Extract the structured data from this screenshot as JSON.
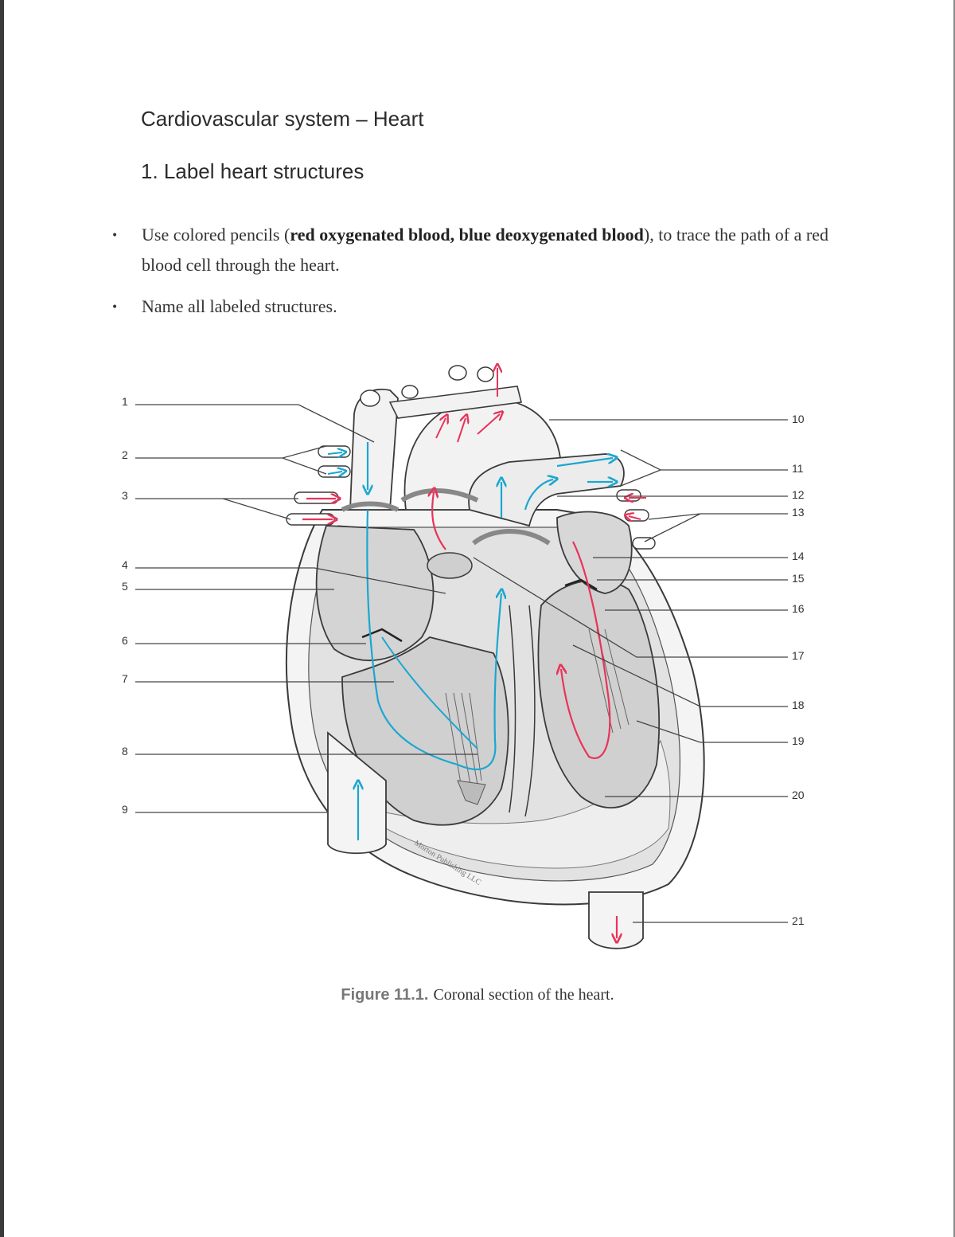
{
  "document": {
    "title": "Cardiovascular system – Heart",
    "section": "1.  Label heart structures",
    "bullets": [
      {
        "pre": "Use colored pencils (",
        "bold": "red oxygenated blood, blue deoxygenated blood",
        "post": "), to trace the path of a red blood cell through the heart."
      },
      {
        "text": "Name all labeled structures."
      }
    ],
    "bullet_glyph": "•"
  },
  "figure": {
    "caption_label": "Figure 11.1.",
    "caption_text": "Coronal section of the heart.",
    "watermark": "Morton Publishing LLC",
    "left_labels": [
      "1",
      "2",
      "3",
      "4",
      "5",
      "6",
      "7",
      "8",
      "9"
    ],
    "right_labels": [
      "10",
      "11",
      "12",
      "13",
      "14",
      "15",
      "16",
      "17",
      "18",
      "19",
      "20",
      "21"
    ],
    "colors": {
      "oxygenated": "#e8345a",
      "deoxygenated": "#1ba7cf",
      "outline": "#3a3a3a",
      "shade": "#d9d9d9"
    }
  }
}
